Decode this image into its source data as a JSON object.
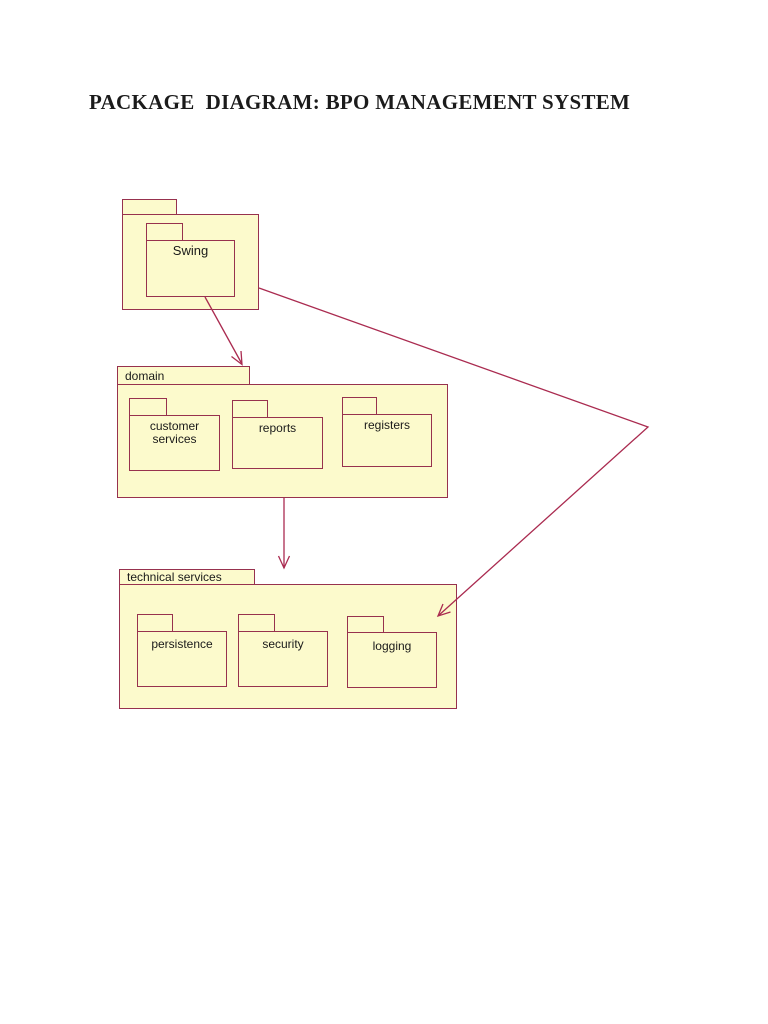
{
  "document": {
    "title": "PACKAGE  DIAGRAM: BPO MANAGEMENT SYSTEM"
  },
  "diagram": {
    "type": "uml-package-diagram",
    "colors": {
      "package_fill": "#FCFACC",
      "package_border": "#97314E",
      "dependency_arrow": "#AA2B50"
    },
    "packages": {
      "outer": {
        "label": "",
        "children": [
          "Swing"
        ]
      },
      "swing": {
        "label": "Swing"
      },
      "domain": {
        "label": "domain",
        "children": [
          "customer services",
          "reports",
          "registers"
        ]
      },
      "customer_services": {
        "label": "customer services"
      },
      "reports": {
        "label": "reports"
      },
      "registers": {
        "label": "registers"
      },
      "technical_services": {
        "label": "technical services",
        "children": [
          "persistence",
          "security",
          "logging"
        ]
      },
      "persistence": {
        "label": "persistence"
      },
      "security": {
        "label": "security"
      },
      "logging": {
        "label": "logging"
      }
    },
    "edges": [
      {
        "from": "Swing",
        "to": "domain",
        "style": "solid-open-arrow"
      },
      {
        "from": "Swing",
        "to": "technical services",
        "style": "solid-open-arrow"
      },
      {
        "from": "domain",
        "to": "technical services",
        "style": "solid-open-arrow"
      }
    ]
  }
}
